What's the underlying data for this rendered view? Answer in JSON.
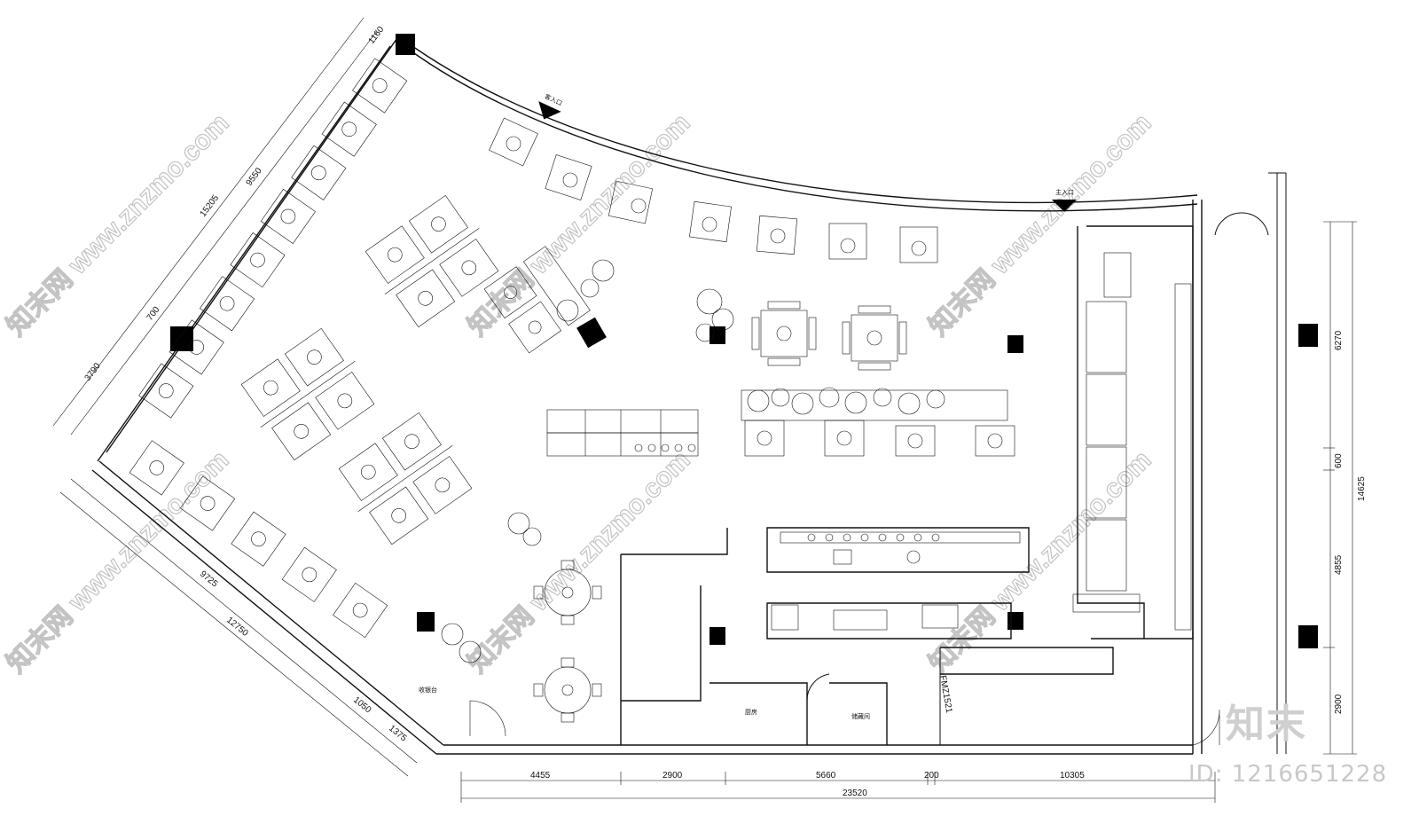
{
  "watermark": {
    "site": "www.znzmo.com",
    "brand_cn": "知末网",
    "logo": "知末",
    "id_text": "ID: 1216651228"
  },
  "entrances": {
    "guest": "客入口",
    "main": "主入口"
  },
  "dimensions": {
    "bottom": [
      "4455",
      "2900",
      "5660",
      "200",
      "10305"
    ],
    "bottom_total": "23520",
    "right": [
      "6270",
      "600",
      "4855",
      "2900"
    ],
    "right_total": "14625",
    "left_upper": [
      "1160",
      "9550",
      "15205",
      "700",
      "3790"
    ],
    "left_lower": [
      "9725",
      "12750",
      "1050",
      "1375"
    ]
  },
  "labels": {
    "door_code": "FMZ1521",
    "kitchen": "厨房",
    "storage": "储藏间",
    "cashier": "收银台"
  },
  "colors": {
    "line": "#111111",
    "column": "#000000",
    "watermark": "#bdbdbd"
  }
}
